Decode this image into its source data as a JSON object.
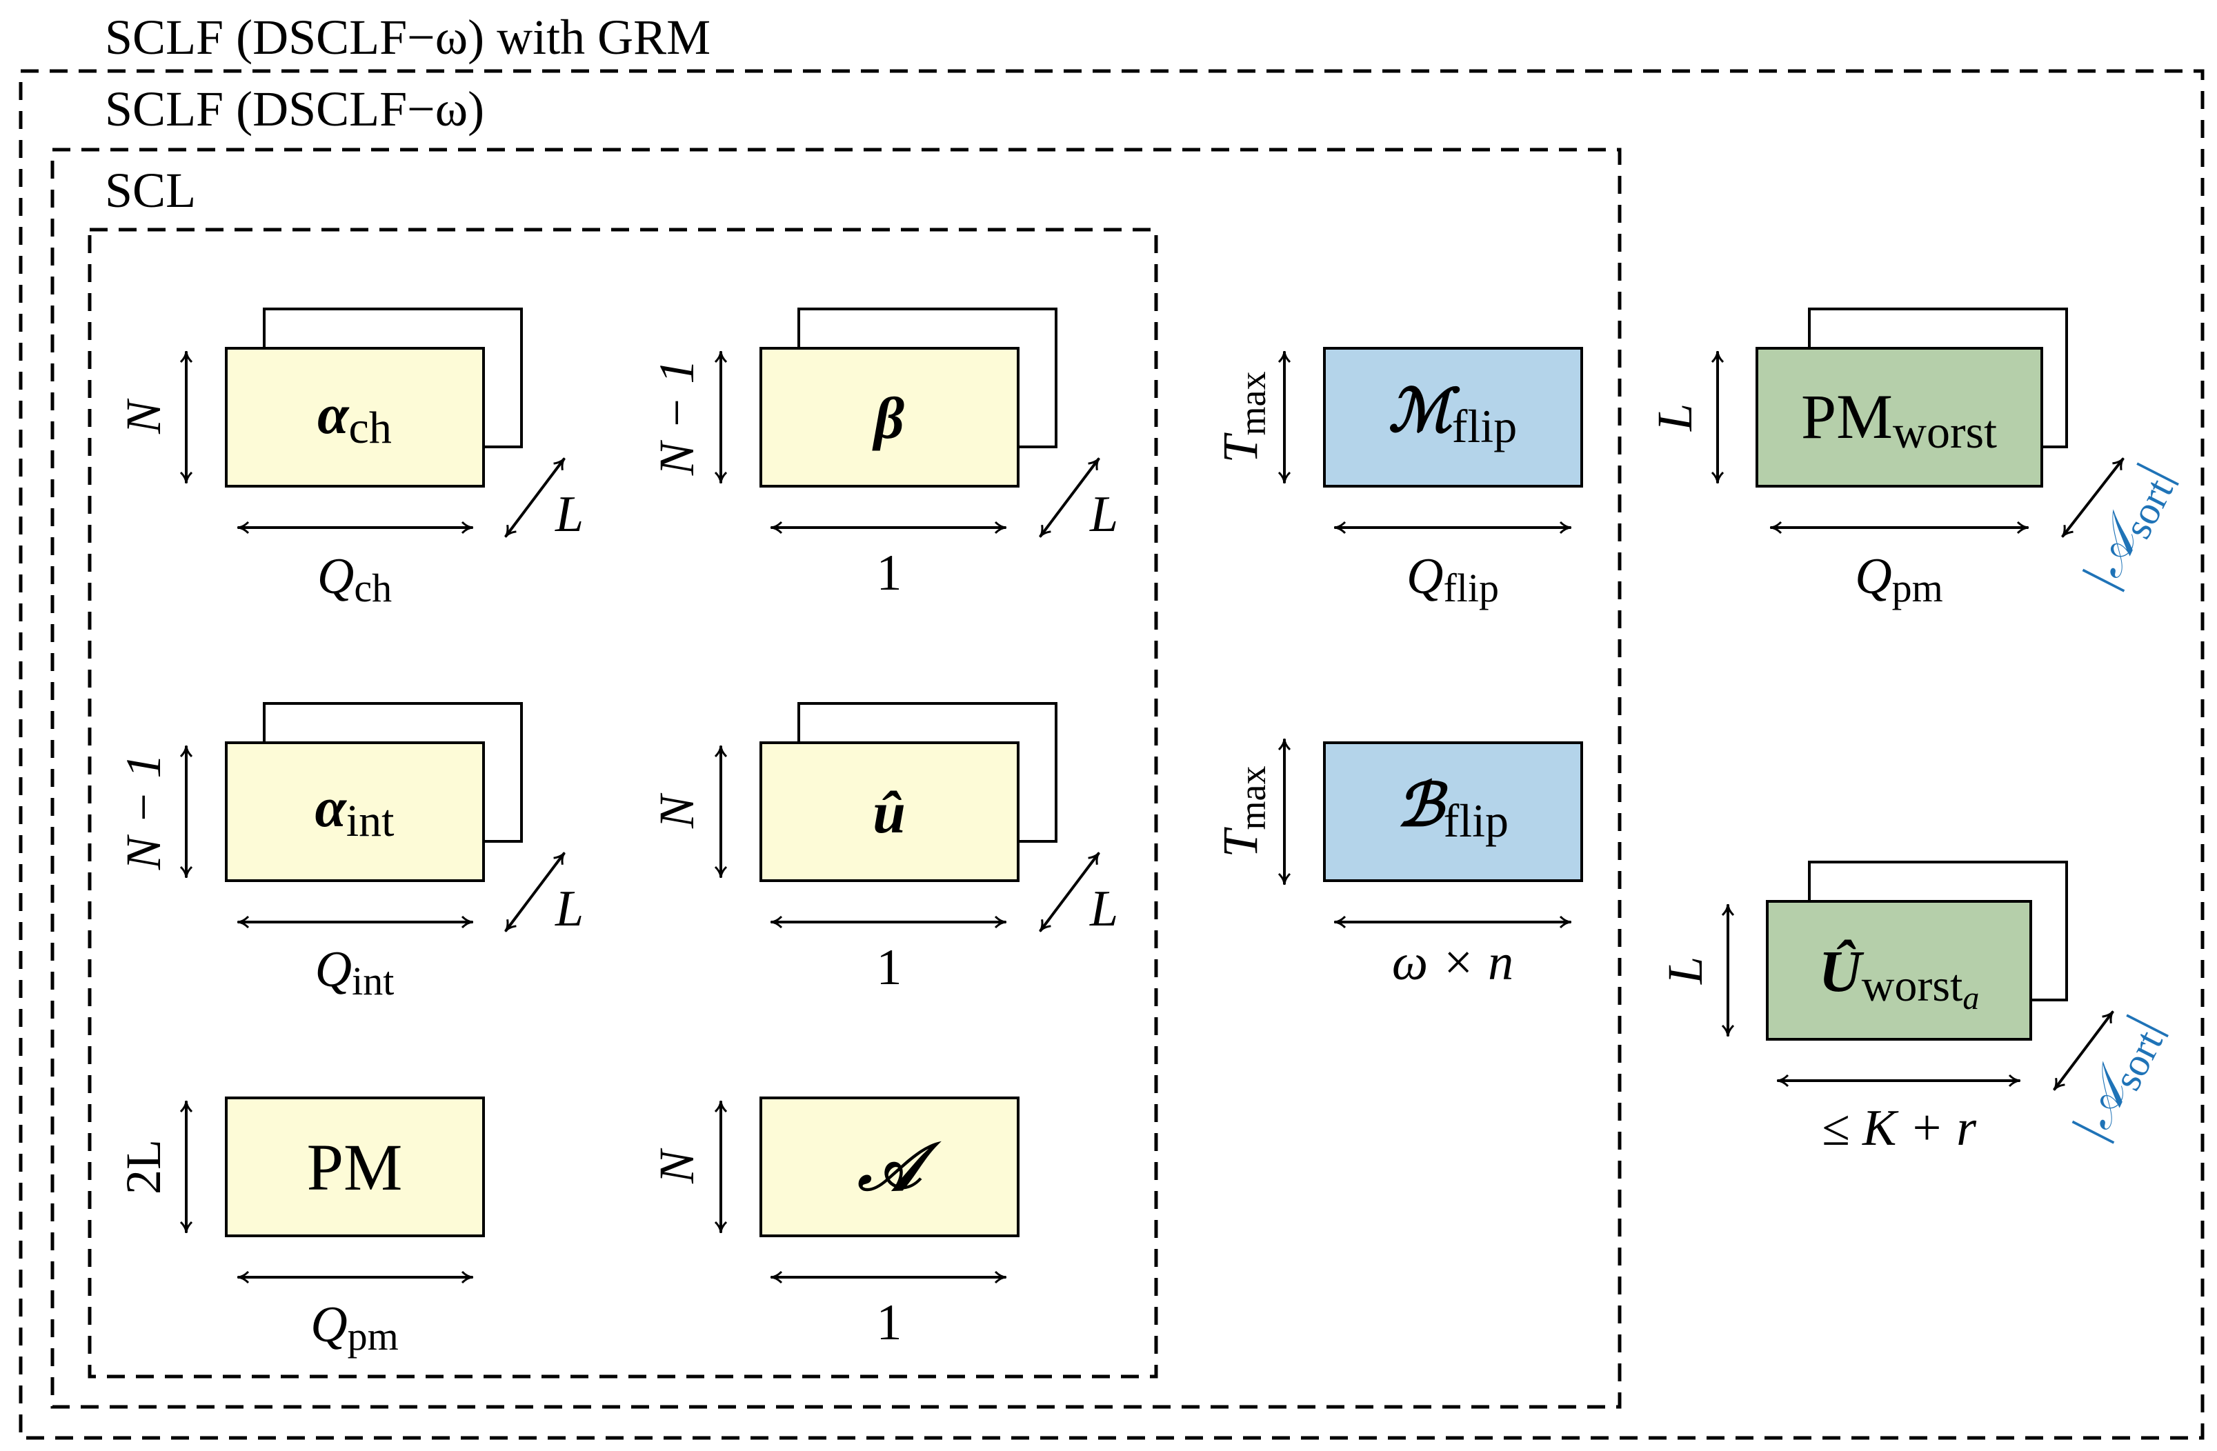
{
  "colors": {
    "yellow_fill": "#fdfbd7",
    "blue_fill": "#b4d4ea",
    "green_fill": "#b5cfaa",
    "accent_blue": "#1f73b7",
    "line": "#000000"
  },
  "sections": {
    "outer_title": "SCLF (DSCLF−ω) with GRM",
    "sclf_title": "SCLF (DSCLF−ω)",
    "scl_title": "SCL"
  },
  "blocks": {
    "alpha_ch": {
      "main": "α",
      "sub": "ch",
      "height": "N",
      "width": "Q",
      "width_sub": "ch",
      "depth": "L"
    },
    "beta": {
      "main": "β",
      "height": "N − 1",
      "width": "1",
      "depth": "L"
    },
    "alpha_int": {
      "main": "α",
      "sub": "int",
      "height": "N − 1",
      "width": "Q",
      "width_sub": "int",
      "depth": "L"
    },
    "u_hat": {
      "main": "û",
      "height": "N",
      "width": "1",
      "depth": "L"
    },
    "pm": {
      "main": "PM",
      "height": "2L",
      "width": "Q",
      "width_sub": "pm"
    },
    "a_block": {
      "main": "𝒜",
      "height": "N",
      "width": "1"
    },
    "m_flip": {
      "main": "ℳ",
      "sub": "flip",
      "height": "T",
      "height_sub": "max",
      "width": "Q",
      "width_sub": "flip"
    },
    "b_flip": {
      "main": "ℬ",
      "sub": "flip",
      "height": "T",
      "height_sub": "max",
      "width": "ω × n"
    },
    "pm_worst": {
      "main": "PM",
      "sub": "worst",
      "height": "L",
      "width": "Q",
      "width_sub": "pm",
      "depth": "|𝒜",
      "depth_sub": "sort",
      "depth_end": "|"
    },
    "u_worst": {
      "main": "Û",
      "sub": "worst",
      "sub_sub": "a",
      "height": "L",
      "width": "≤ K + r",
      "depth": "|𝒜",
      "depth_sub": "sort",
      "depth_end": "|"
    }
  }
}
